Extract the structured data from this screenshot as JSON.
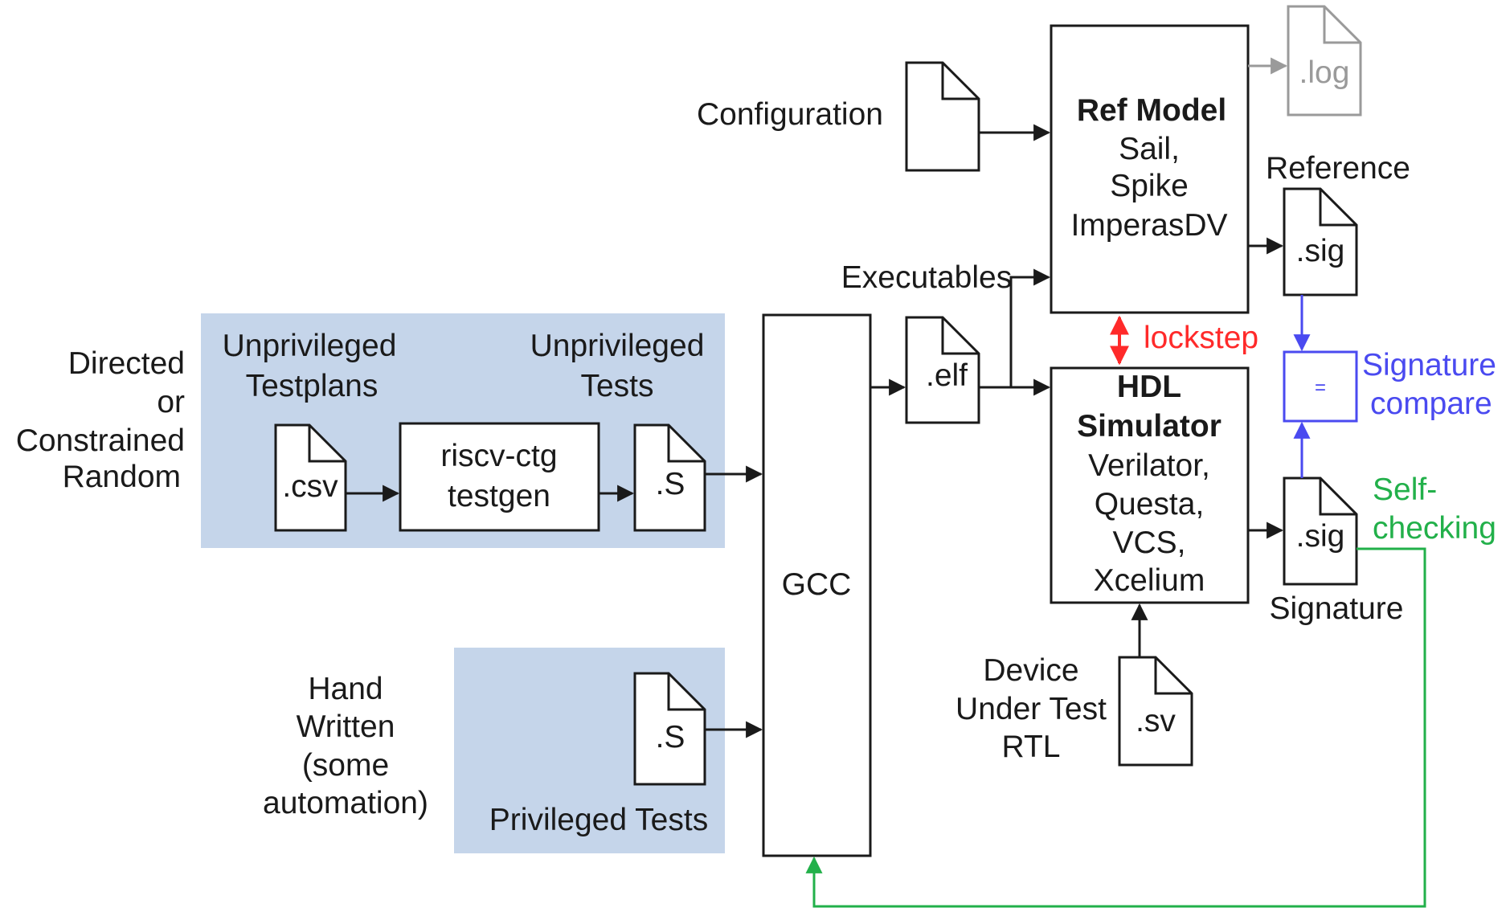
{
  "colors": {
    "panel_fill": "#c5d5ea",
    "line": "#1a1a1a",
    "gray": "#9a9a9a",
    "red": "#ff2a2a",
    "blue": "#4a4af0",
    "green": "#22b04a"
  },
  "left_labels": {
    "directed": [
      "Directed",
      "or",
      "Constrained",
      "Random"
    ],
    "hand_written": [
      "Hand",
      "Written",
      "(some",
      "automation)"
    ]
  },
  "unpriv_panel": {
    "testplans_label": [
      "Unprivileged",
      "Testplans"
    ],
    "tests_label": [
      "Unprivileged",
      "Tests"
    ],
    "csv_file": ".csv",
    "testgen_box": [
      "riscv-ctg",
      "testgen"
    ],
    "s_file": ".S"
  },
  "priv_panel": {
    "s_file": ".S",
    "label": "Privileged Tests"
  },
  "gcc": {
    "label": "GCC"
  },
  "elf_file": ".elf",
  "executables_label": "Executables",
  "configuration_label": "Configuration",
  "ref_model": {
    "title": "Ref Model",
    "lines": [
      "Sail,",
      "Spike",
      "ImperasDV"
    ]
  },
  "log_file": ".log",
  "reference_label": "Reference",
  "ref_sig_file": ".sig",
  "lockstep_label": "lockstep",
  "hdl_sim": {
    "title": [
      "HDL",
      "Simulator"
    ],
    "lines": [
      "Verilator,",
      "Questa,",
      "VCS,",
      "Xcelium"
    ]
  },
  "compare": {
    "symbol": "=",
    "label": [
      "Signature",
      "compare"
    ]
  },
  "dut_sig_file": ".sig",
  "signature_label": "Signature",
  "self_checking_label": [
    "Self-",
    "checking"
  ],
  "dut": {
    "label": [
      "Device",
      "Under Test",
      "RTL"
    ],
    "file": ".sv"
  }
}
